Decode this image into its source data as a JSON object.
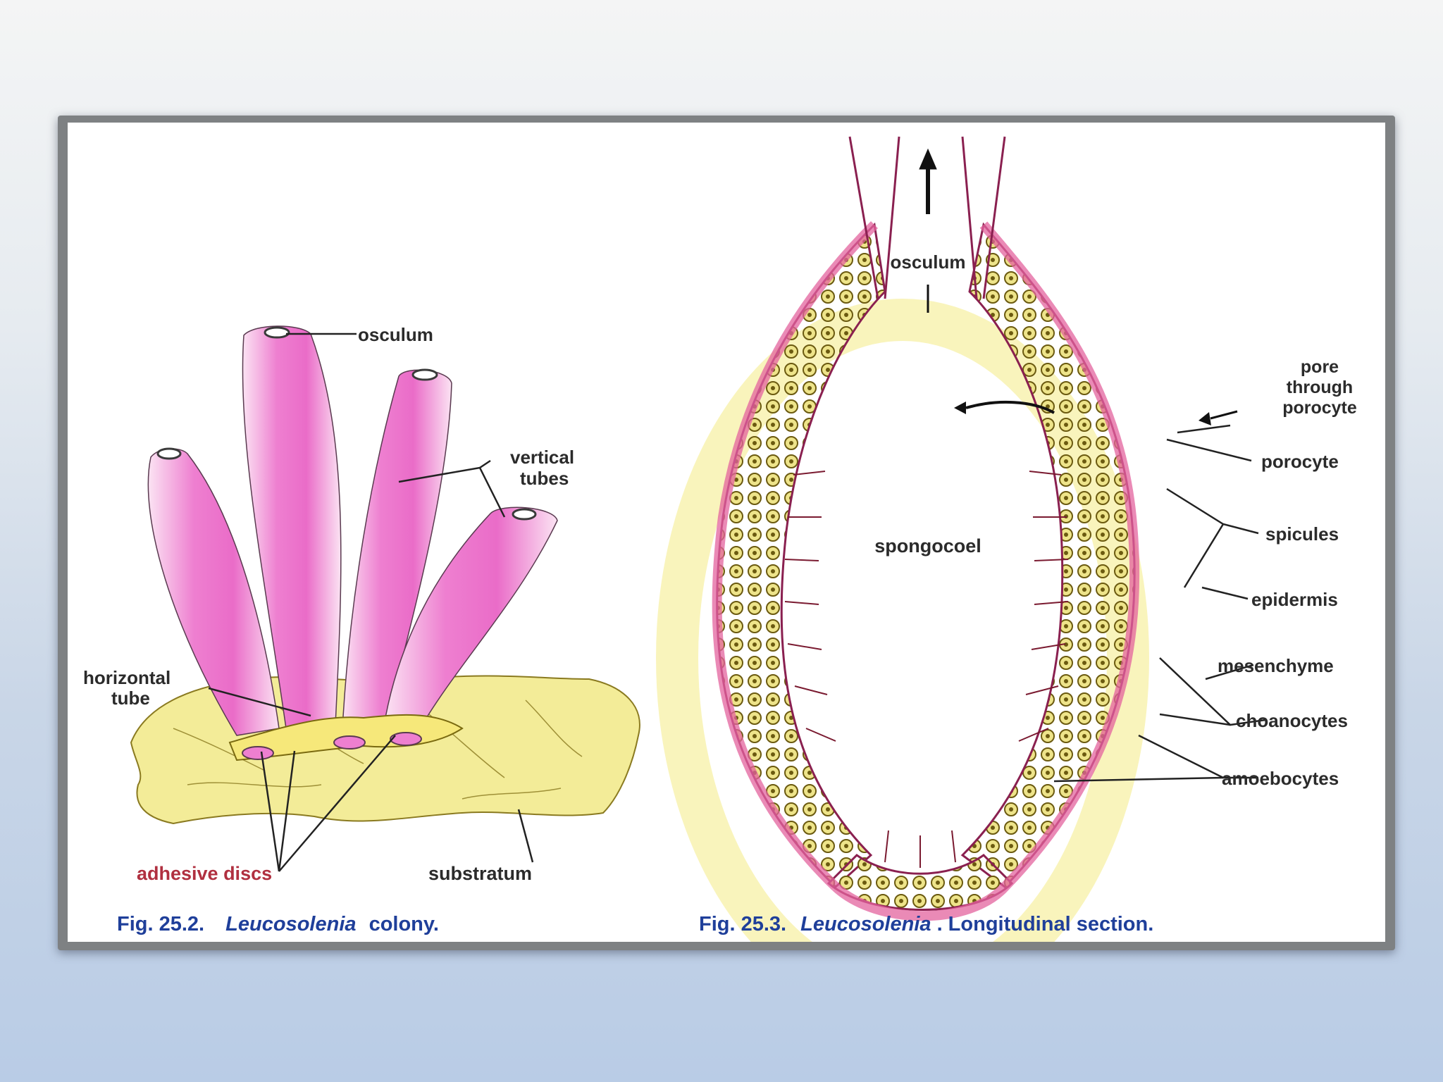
{
  "colony": {
    "labels": {
      "osculum": "osculum",
      "vertical_tubes_1": "vertical",
      "vertical_tubes_2": "tubes",
      "horizontal_tube_1": "horizontal",
      "horizontal_tube_2": "tube",
      "adhesive_discs": "adhesive discs",
      "substratum": "substratum"
    },
    "caption": {
      "prefix": "Fig. 25.2.",
      "genus": "Leucosolenia",
      "rest": "colony."
    }
  },
  "section": {
    "labels": {
      "osculum": "osculum",
      "spongocoel": "spongocoel",
      "pore_1": "pore",
      "pore_2": "through",
      "pore_3": "porocyte",
      "porocyte": "porocyte",
      "spicules": "spicules",
      "epidermis": "epidermis",
      "mesenchyme": "mesenchyme",
      "choanocytes": "choanocytes",
      "amoebocytes": "amoebocytes"
    },
    "caption": {
      "prefix": "Fig. 25.3.",
      "genus": "Leucosolenia",
      "rest": ". Longitudinal section."
    }
  },
  "colors": {
    "label_dark": "#2b2b2b",
    "label_red": "#b03040",
    "caption_blue": "#1f3f9a",
    "tube_pink": "#ee7fd0",
    "substratum_yellow": "#f3ec98",
    "wall_yellow": "#e9e070"
  }
}
